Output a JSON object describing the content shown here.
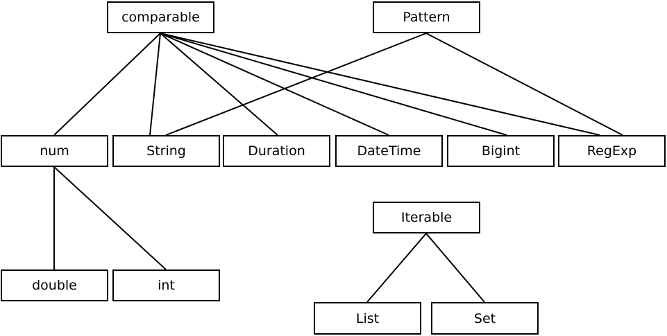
{
  "nodes": {
    "comparable": "comparable",
    "pattern": "Pattern",
    "num": "num",
    "string": "String",
    "duration": "Duration",
    "datetime": "DateTime",
    "bigint": "Bigint",
    "regexp": "RegExp",
    "iterable": "Iterable",
    "double": "double",
    "int": "int",
    "list": "List",
    "set": "Set"
  },
  "edges": [
    [
      "comparable",
      "num"
    ],
    [
      "comparable",
      "string"
    ],
    [
      "comparable",
      "duration"
    ],
    [
      "comparable",
      "datetime"
    ],
    [
      "comparable",
      "bigint"
    ],
    [
      "comparable",
      "regexp"
    ],
    [
      "pattern",
      "string"
    ],
    [
      "pattern",
      "regexp"
    ],
    [
      "num",
      "double"
    ],
    [
      "num",
      "int"
    ],
    [
      "iterable",
      "list"
    ],
    [
      "iterable",
      "set"
    ]
  ],
  "colors": {
    "line": "#000000",
    "box_border": "#000000",
    "background": "#ffffff"
  }
}
